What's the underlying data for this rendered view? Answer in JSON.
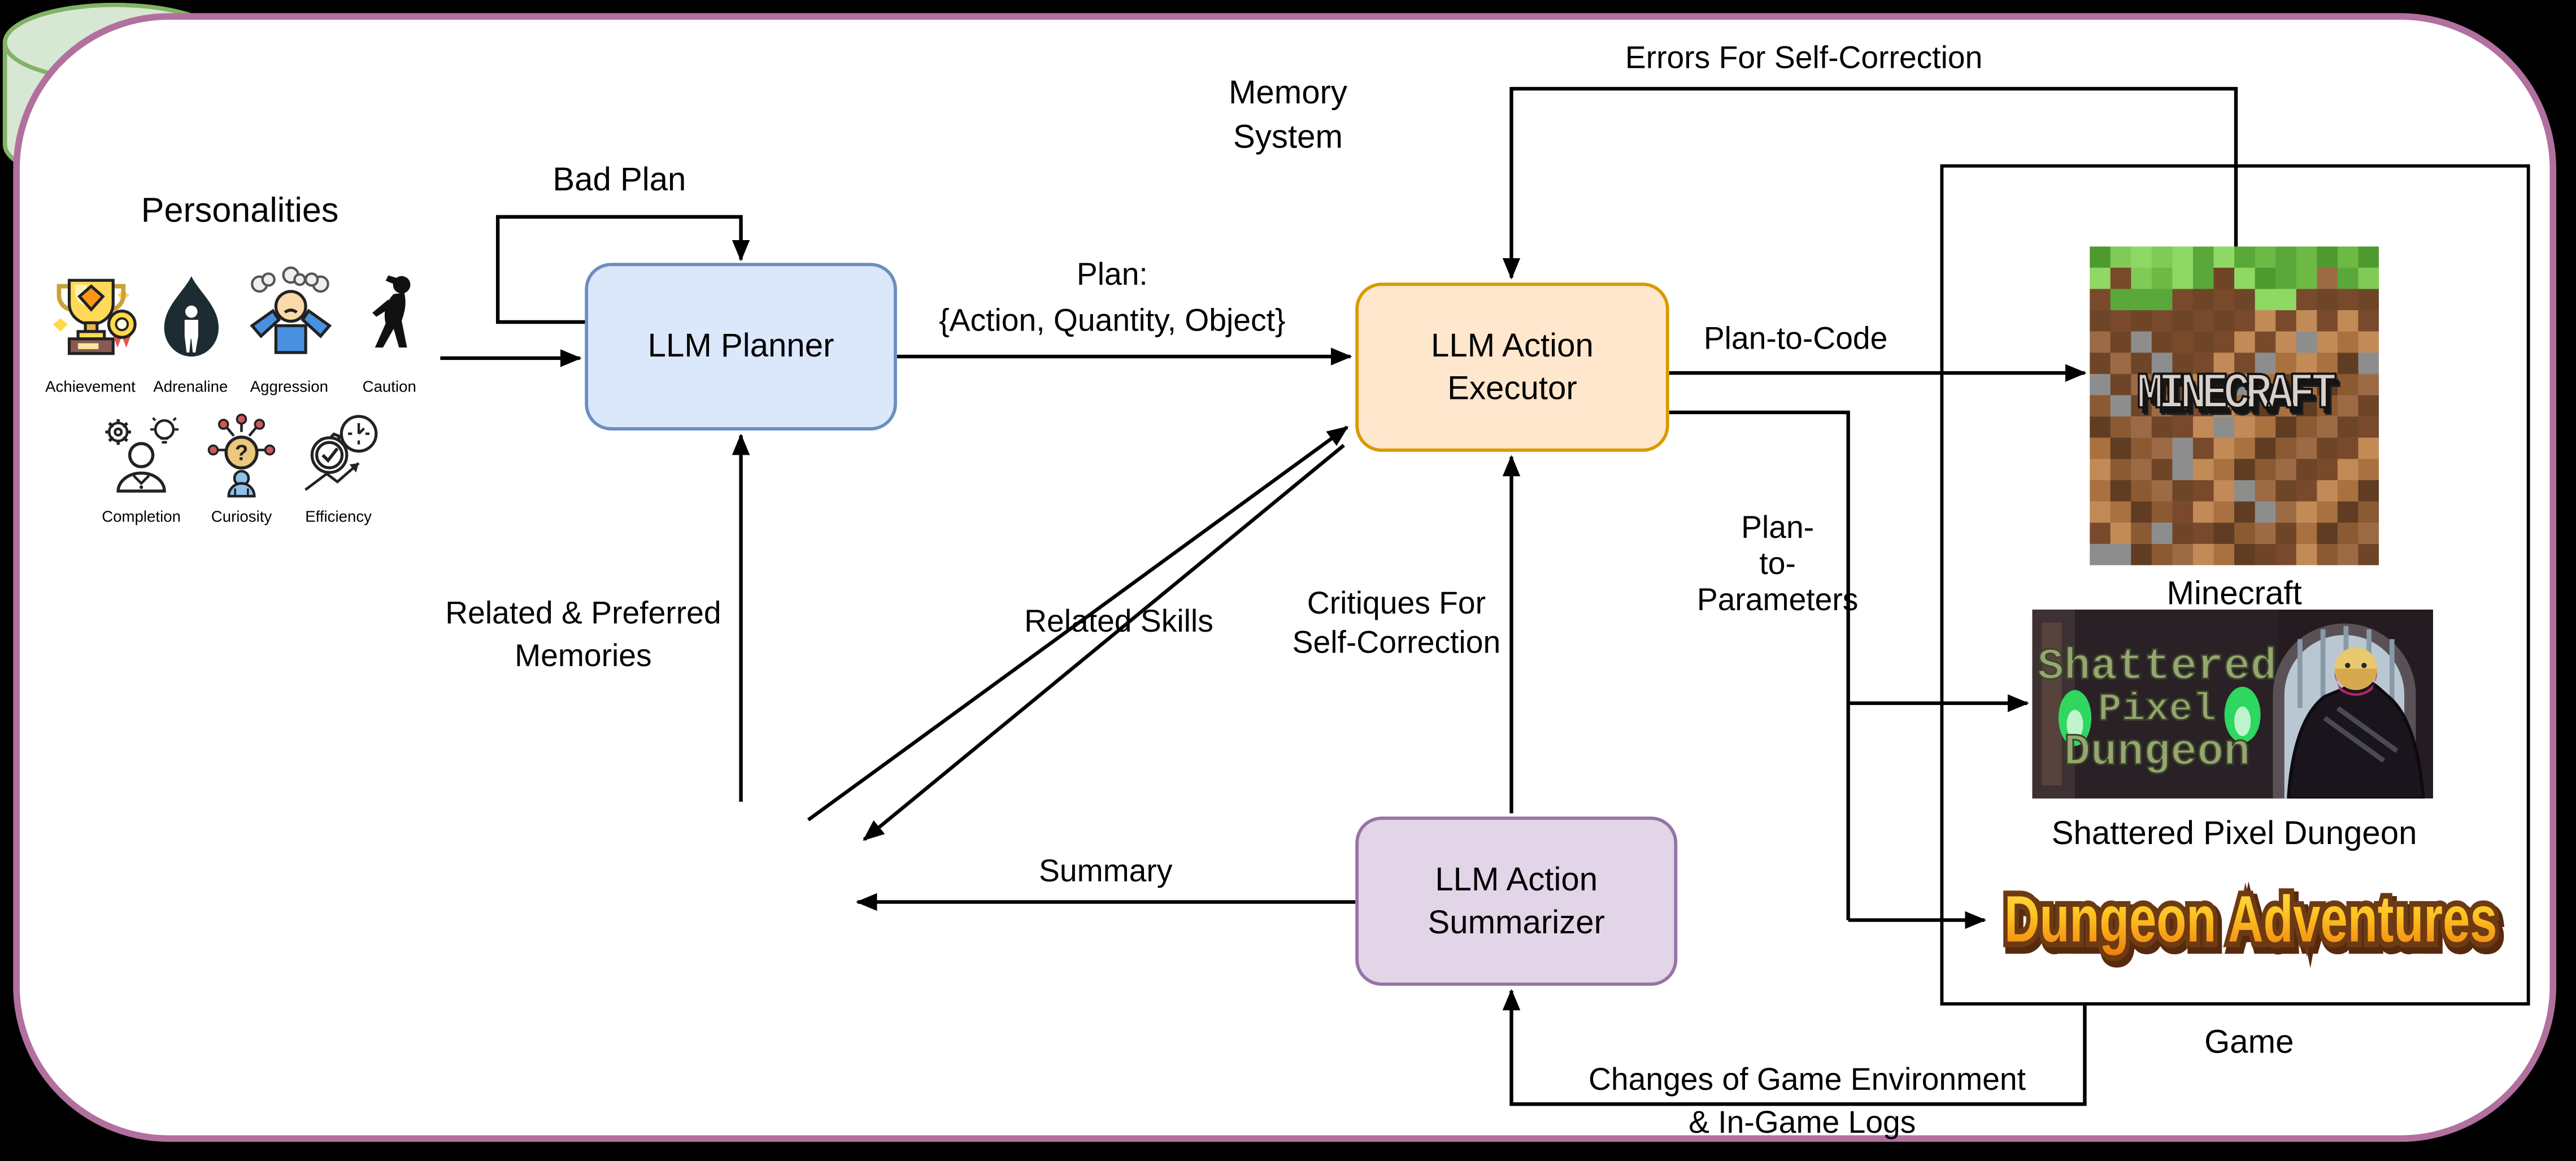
{
  "personalities": {
    "title": "Personalities",
    "row1": [
      {
        "label": "Achievement",
        "icon": "trophy-icon"
      },
      {
        "label": "Adrenaline",
        "icon": "flame-person-icon"
      },
      {
        "label": "Aggression",
        "icon": "angry-person-icon"
      },
      {
        "label": "Caution",
        "icon": "cautious-person-icon"
      }
    ],
    "row2": [
      {
        "label": "Completion",
        "icon": "worker-gear-bulb-icon"
      },
      {
        "label": "Curiosity",
        "icon": "question-head-icon"
      },
      {
        "label": "Efficiency",
        "icon": "gear-clock-check-icon"
      }
    ]
  },
  "nodes": {
    "planner": {
      "label": "LLM Planner"
    },
    "executor": {
      "lines": [
        "LLM Action",
        "Executor"
      ]
    },
    "memory": {
      "lines": [
        "Memory",
        "System"
      ]
    },
    "summarizer": {
      "lines": [
        "LLM Action",
        "Summarizer"
      ]
    }
  },
  "edges": {
    "bad_plan": "Bad Plan",
    "plan": [
      "Plan:",
      "{Action, Quantity, Object}"
    ],
    "errors": "Errors For Self-Correction",
    "plan_to_code": "Plan-to-Code",
    "plan_to_params": [
      "Plan-",
      "to-",
      "Parameters"
    ],
    "related_memories": [
      "Related & Preferred",
      "Memories"
    ],
    "related_skills": "Related Skills",
    "critiques": [
      "Critiques For",
      "Self-Correction"
    ],
    "summary": "Summary",
    "changes": [
      "Changes of Game Environment",
      "& In-Game Logs"
    ]
  },
  "game": {
    "title": "Game",
    "minecraft": {
      "label": "Minecraft",
      "logo": "MINECRAFT"
    },
    "spd": {
      "label": "Shattered Pixel Dungeon",
      "logo": [
        "Shattered",
        "Pixel",
        "Dungeon"
      ]
    },
    "da": {
      "logo": "Dungeon Adventures"
    }
  },
  "colors": {
    "background": "#000000",
    "panel_border": "#b2709e",
    "panel_fill": "#ffffff",
    "arrow": "#000000",
    "planner_fill": "#dbe8fc",
    "planner_border": "#6c8ebf",
    "executor_fill": "#ffe7cd",
    "executor_border": "#d79b00",
    "memory_fill": "#d6e8d3",
    "memory_border": "#82b366",
    "summarizer_fill": "#e2d5e7",
    "summarizer_border": "#9673a6",
    "game_border": "#000000",
    "da_gradient_top": "#ffe14a",
    "da_gradient_bottom": "#ef7d0e",
    "da_outline": "#6d3a13",
    "minecraft": {
      "greens": [
        "#6cb944",
        "#4e9a2e",
        "#7fcb55",
        "#8fd863",
        "#5aa839"
      ],
      "browns": [
        "#a8713f",
        "#8b5a33",
        "#6e4527",
        "#c18a57",
        "#5f3c22",
        "#9c6b45",
        "#79492c"
      ],
      "grey": "#8d8d8d"
    }
  }
}
